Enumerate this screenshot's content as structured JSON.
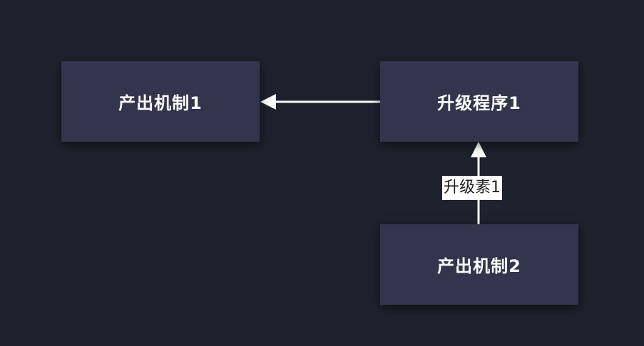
{
  "nodes": [
    {
      "id": "n1",
      "label": "产出机制1"
    },
    {
      "id": "n2",
      "label": "升级程序1"
    },
    {
      "id": "n3",
      "label": "产出机制2"
    }
  ],
  "edges": [
    {
      "from": "n2",
      "to": "n1",
      "label": ""
    },
    {
      "from": "n3",
      "to": "n2",
      "label": "升级素1"
    }
  ],
  "colors": {
    "background": "#1f212d",
    "node_fill": "#33354c",
    "edge": "#ffffff"
  }
}
